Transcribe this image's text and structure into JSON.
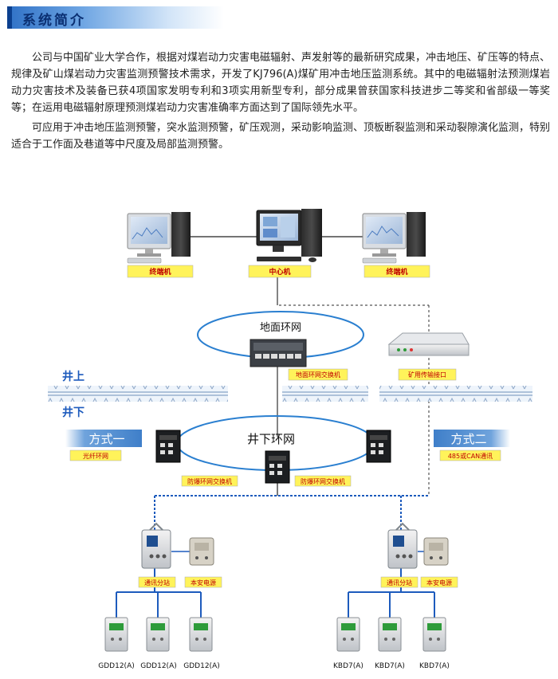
{
  "section": {
    "title": "系统简介"
  },
  "intro": {
    "p1": "公司与中国矿业大学合作，根据对煤岩动力灾害电磁辐射、声发射等的最新研究成果，冲击地压、矿压等的特点、规律及矿山煤岩动力灾害监测预警技术需求，开发了KJ796(A)煤矿用冲击地压监测系统。其中的电磁辐射法预测煤岩动力灾害技术及装备已获4项国家发明专利和3项实用新型专利，部分成果曾获国家科技进步二等奖和省部级一等奖等；在运用电磁辐射原理预测煤岩动力灾害准确率方面达到了国际领先水平。",
    "p2": "可应用于冲击地压监测预警，突水监测预警，矿压观测，采动影响监测、顶板断裂监测和采动裂隙演化监测，特别适合于工作面及巷道等中尺度及局部监测预警。"
  },
  "diagram": {
    "terminal_left": "终端机",
    "center": "中心机",
    "terminal_right": "终端机",
    "surface_ring": "地面环网",
    "surface_switch": "地面环网交换机",
    "mine_interface": "矿用传输接口",
    "above_ground": "井上",
    "below_ground": "井下",
    "mode_one": "方式一",
    "mode_one_sub": "光纤环网",
    "mode_two": "方式二",
    "mode_two_sub": "485或CAN通讯",
    "underground_ring": "井下环网",
    "ex_switch_left": "防爆环网交换机",
    "ex_switch_right": "防爆环网交换机",
    "substation_left": "通讯分站",
    "power_left": "本安电源",
    "substation_right": "通讯分站",
    "power_right": "本安电源",
    "sensors_left": [
      "GDD12(A)",
      "GDD12(A)",
      "GDD12(A)"
    ],
    "sensors_right": [
      "KBD7(A)",
      "KBD7(A)",
      "KBD7(A)"
    ]
  },
  "colors": {
    "header_dark": "#0a2f72",
    "ring_blue": "#2a7fd0",
    "mode_box": "#5b97d6",
    "yellow_label": "#fff35a",
    "green_label": "#2e9b3a",
    "link_blue": "#1d5bbd"
  }
}
